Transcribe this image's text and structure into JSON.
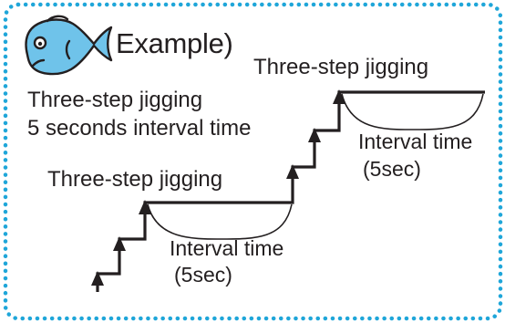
{
  "colors": {
    "border": "#1fa6d9",
    "fish_fill": "#6fc3ea",
    "fish_stroke": "#231f20",
    "line": "#231f20"
  },
  "icons": {
    "fish": "fish-icon"
  },
  "heading": {
    "example": "Example)"
  },
  "description": {
    "line1": "Three-step jigging",
    "line2": "5 seconds interval time"
  },
  "step_groups": [
    {
      "jig_label": "Three-step jigging",
      "interval_label": "Interval time",
      "interval_value": "(5sec)"
    },
    {
      "jig_label": "Three-step jigging",
      "interval_label": "Interval time",
      "interval_value": "(5sec)"
    }
  ]
}
